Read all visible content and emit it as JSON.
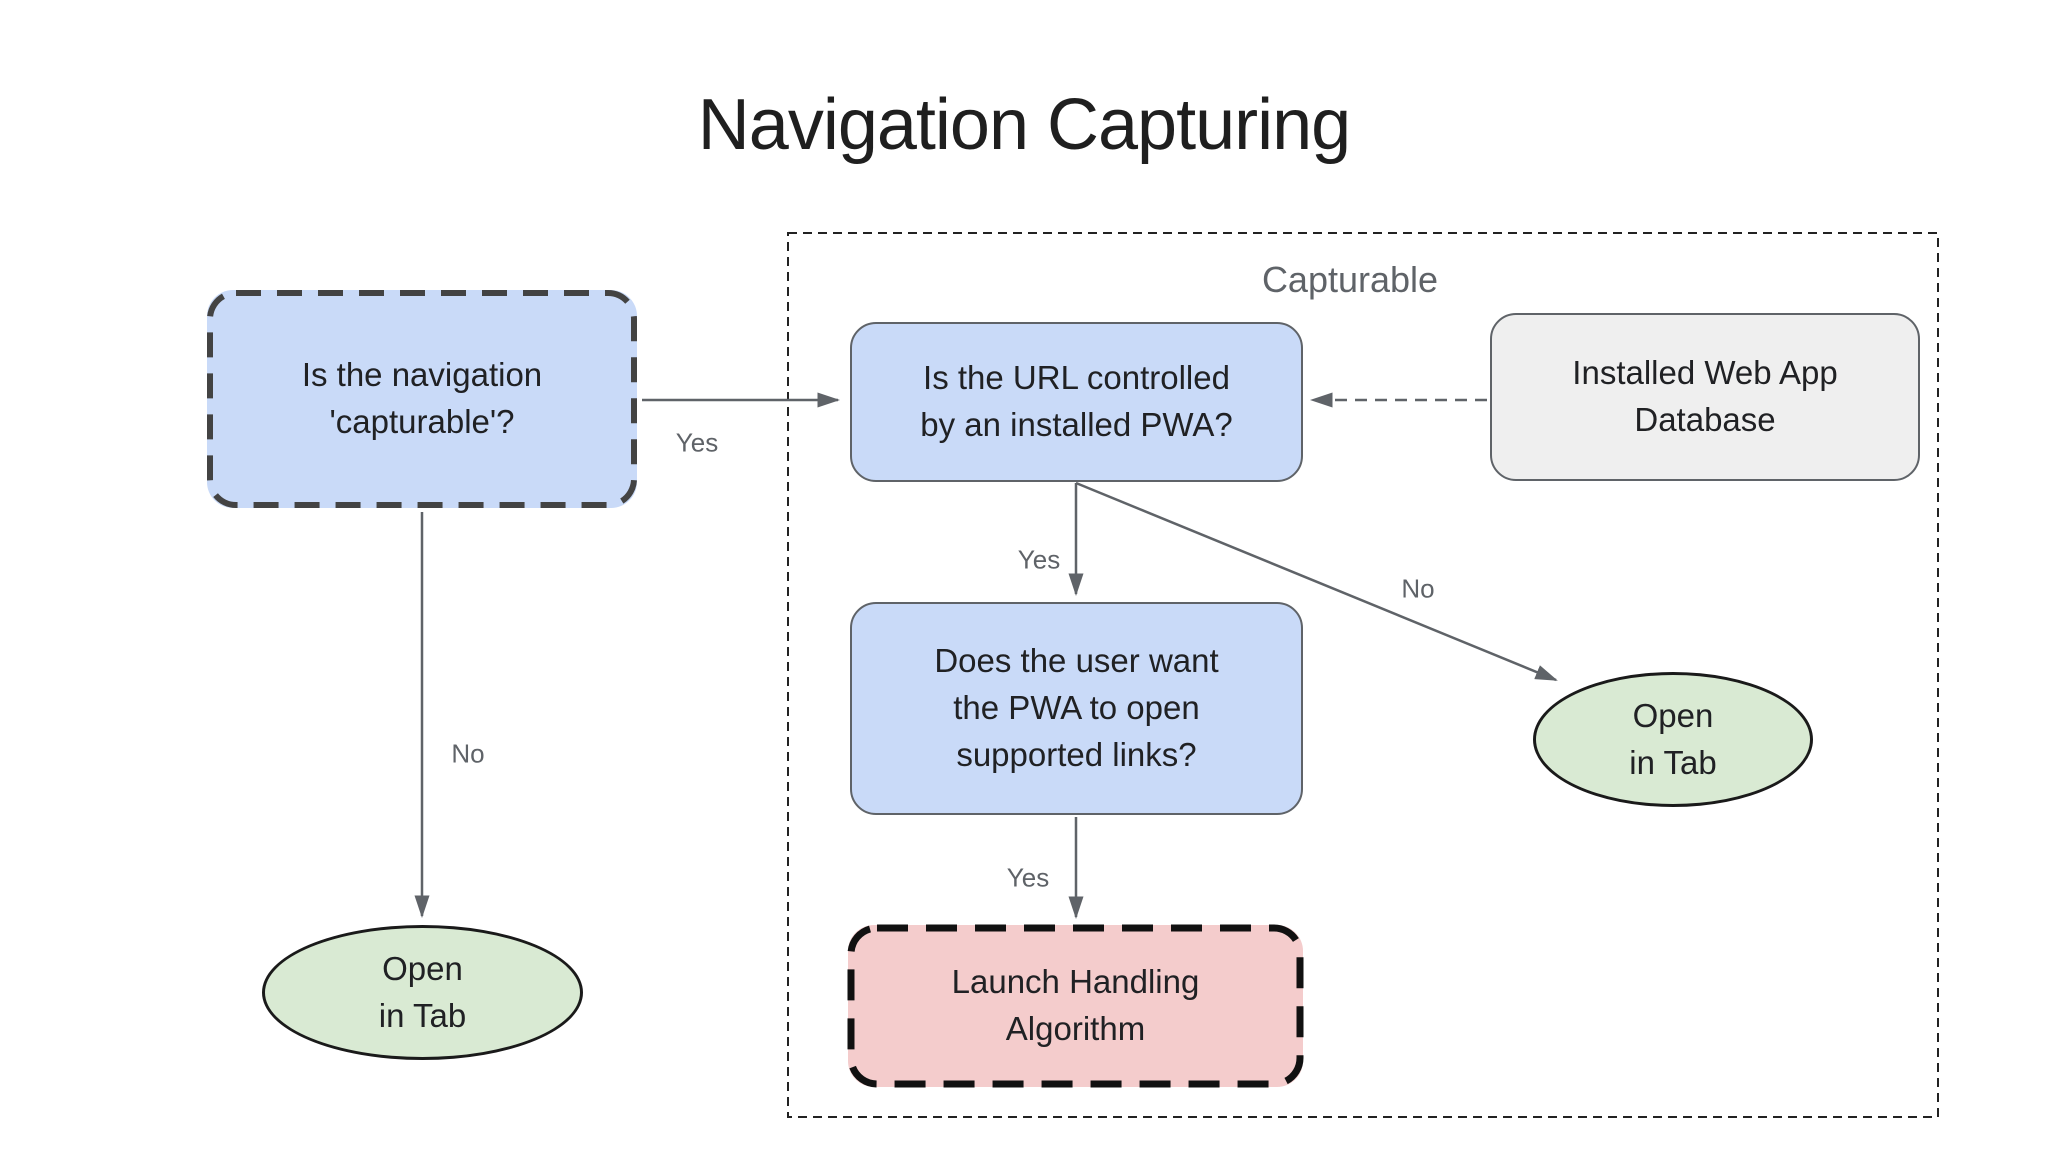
{
  "title": "Navigation Capturing",
  "container": {
    "label": "Capturable"
  },
  "nodes": {
    "start": {
      "text": "Is the navigation\n'capturable'?"
    },
    "url_controlled": {
      "text": "Is the URL controlled\nby an installed PWA?"
    },
    "database": {
      "text": "Installed Web App\nDatabase"
    },
    "user_want": {
      "text": "Does the user want\nthe PWA to open\nsupported links?"
    },
    "launch": {
      "text": "Launch Handling\nAlgorithm"
    },
    "open_tab_left": {
      "text": "Open\nin Tab"
    },
    "open_tab_right": {
      "text": "Open\nin Tab"
    }
  },
  "edges": {
    "capturable_yes": "Yes",
    "capturable_no": "No",
    "controlled_yes": "Yes",
    "controlled_no": "No",
    "want_yes": "Yes"
  },
  "colors": {
    "node_blue_fill": "#c9daf8",
    "node_green_fill": "#d9ead3",
    "node_red_fill": "#f4cccc",
    "node_gray_fill": "#efefef",
    "solid_border": "#5f6368",
    "dashed_dark_border": "#434343",
    "black_border": "#111111",
    "arrow": "#5f6368",
    "edge_label_text": "#5f6368",
    "node_text": "#202124",
    "title_text": "#1f1f1f"
  }
}
